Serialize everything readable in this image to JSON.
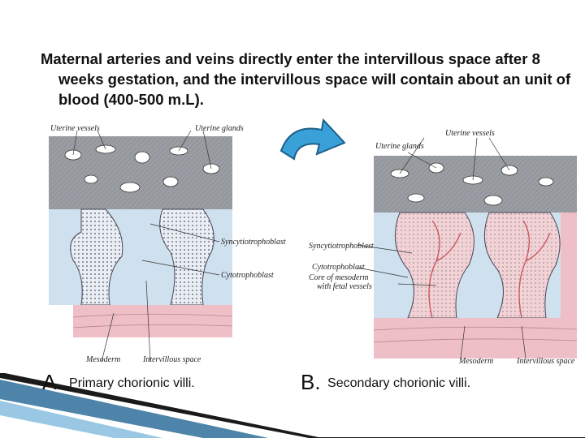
{
  "intro_text": "Maternal arteries and veins directly enter the intervillous space after 8 weeks gestation, and the intervillous space will contain about an unit of blood (400-500 m.L).",
  "panel_a": {
    "labels": {
      "uterine_vessels": "Uterine vessels",
      "uterine_glands": "Uterine glands",
      "syncytiotrophoblast": "Syncytiotrophoblast",
      "cytotrophoblast": "Cytotrophoblast",
      "mesoderm": "Mesoderm",
      "intervillous_space": "Intervillous space"
    },
    "caption_letter": "A.",
    "caption_text": "Primary chorionic villi."
  },
  "panel_b": {
    "labels": {
      "uterine_vessels": "Uterine vessels",
      "uterine_glands": "Uterine glands",
      "syncytiotrophoblast": "Syncytiotrophoblast",
      "cytotrophoblast": "Cytotrophoblast",
      "core_line1": "Core of mesoderm",
      "core_line2": "with fetal vessels",
      "mesoderm": "Mesoderm",
      "intervillous_space": "Intervillous space"
    },
    "caption_letter": "B.",
    "caption_text": "Secondary chorionic villi."
  },
  "colors": {
    "endometrium_gray": "#9a9ea4",
    "intervillous_blue": "#cfe0ee",
    "mesoderm_pink": "#eebfc6",
    "arrow_blue": "#3aa0d8",
    "arrow_outline": "#1c5f8a",
    "fetal_vessel_red": "#c9585f"
  }
}
